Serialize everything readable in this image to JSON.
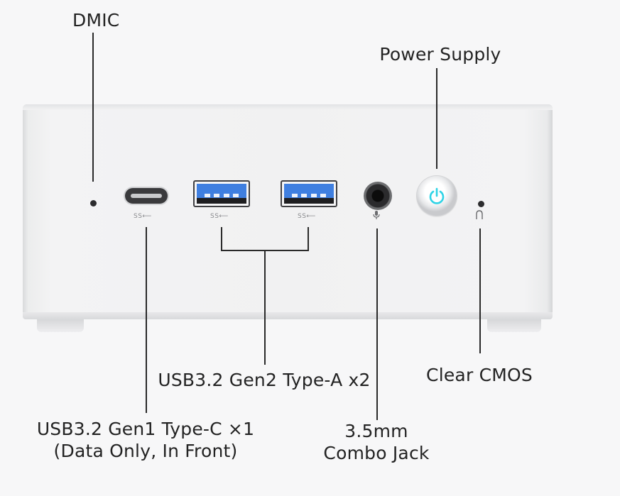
{
  "labels": {
    "dmic": "DMIC",
    "power_supply": "Power Supply",
    "usba": "USB3.2 Gen2 Type-A x2",
    "clear_cmos": "Clear CMOS",
    "usbc_line1": "USB3.2 Gen1 Type-C ×1",
    "usbc_line2": "(Data Only, In Front)",
    "jack_line1": "3.5mm",
    "jack_line2": "Combo Jack"
  },
  "colors": {
    "usb_a_blue": "#3f7fe0",
    "power_led_cyan": "#2fd3e6",
    "device_silver": "#f1f1f2"
  },
  "icons": [
    "usb-superspeed-icon",
    "microphone-headset-icon",
    "power-icon",
    "cmos-reset-icon"
  ]
}
